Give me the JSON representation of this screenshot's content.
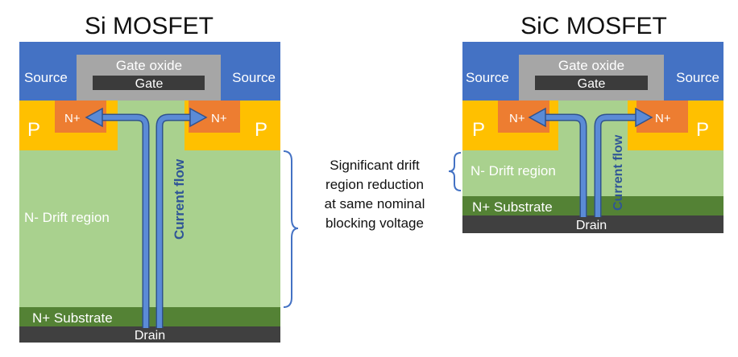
{
  "si": {
    "title": "Si MOSFET",
    "source_left": "Source",
    "source_right": "Source",
    "gate_oxide": "Gate oxide",
    "gate": "Gate",
    "p_left": "P",
    "p_right": "P",
    "n_plus_left": "N+",
    "n_plus_right": "N+",
    "drift": "N- Drift region",
    "substrate": "N+ Substrate",
    "drain": "Drain",
    "current_flow": "Current flow"
  },
  "sic": {
    "title": "SiC MOSFET",
    "source_left": "Source",
    "source_right": "Source",
    "gate_oxide": "Gate oxide",
    "gate": "Gate",
    "p_left": "P",
    "p_right": "P",
    "n_plus_left": "N+",
    "n_plus_right": "N+",
    "drift": "N- Drift region",
    "substrate": "N+ Substrate",
    "drain": "Drain",
    "current_flow": "Current flow"
  },
  "annotation": {
    "lines": [
      "Significant drift",
      "region reduction",
      "at same nominal",
      "blocking voltage"
    ]
  },
  "colors": {
    "source": "#4472c4",
    "gate_oxide": "#a6a6a6",
    "gate": "#3b3b3b",
    "p_region": "#ffc000",
    "n_plus": "#ed7d31",
    "drift": "#a9d18e",
    "substrate": "#548235",
    "drain": "#404040",
    "current_arrow": "#4472c4",
    "bracket": "#4472c4"
  }
}
